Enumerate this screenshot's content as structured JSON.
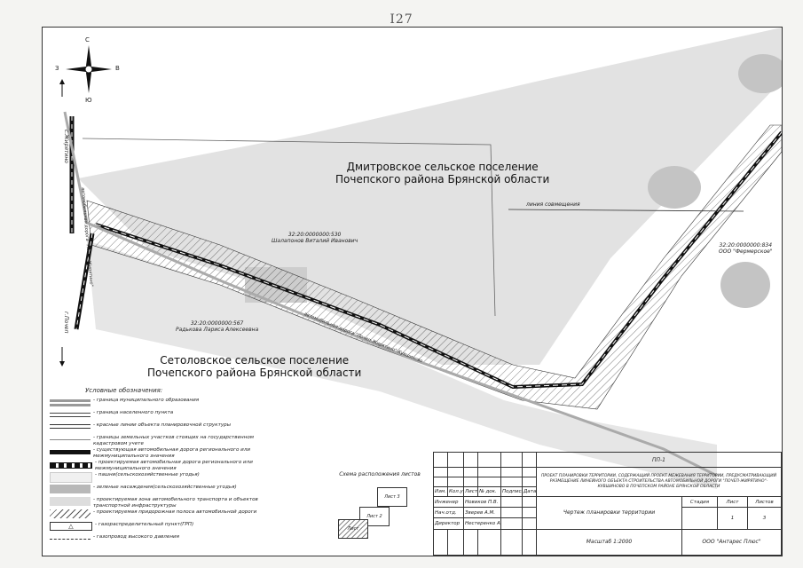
{
  "page_number": "I27",
  "compass": {
    "north": "С",
    "south": "Ю",
    "west": "З",
    "east": "В"
  },
  "directions": {
    "zhiryatino": "с.Жирятино",
    "pochep": "г.Почеп"
  },
  "road_caption_vertical": "автомобильная дорога \"Почеп-Жирятино\"",
  "road_caption_main": "автомобильная дорога \"Почеп-Жирятино\"-Кувшиново",
  "regions": {
    "north_line1": "Дмитровское сельское поселение",
    "north_line2": "Почепского района Брянской области",
    "south_line1": "Сетоловское сельское поселение",
    "south_line2": "Почепского района Брянской области"
  },
  "parcels": [
    {
      "number": "32:20:0000000:530",
      "owner": "Шалапонов Виталий Иванович"
    },
    {
      "number": "32:20:0000000:567",
      "owner": "Радькова Лариса Алексеевна"
    },
    {
      "number": "32:20:0000000:834",
      "owner": "ООО \"Фермерское\""
    }
  ],
  "match_line": "линия совмещения",
  "legend": {
    "title": "Условные обозначения:",
    "items": [
      "- граница муниципального образования",
      "- граница населенного пункта",
      "- красные линии объекта планировочной структуры",
      "- границы земельных участков стоящих на государственном кадастровом учете",
      "- существующая автомобильная дорога регионального или межмуниципального значения",
      "- проектируемая автомобильная дорога регионального или межмуниципального значения",
      "- пашни(сельскохозяйственные угодья)",
      "- зеленые насаждения(сельскохозяйственные угодья)",
      "- проектируемая зона автомобильного транспорта и объектов транспортной инфраструктуры",
      "- проектируемая придорожная полоса автомобильной дороги",
      "- газораспределительный пункт(ГРП)",
      "- газопровод высокого давления"
    ]
  },
  "sheet_scheme": {
    "title": "Схема расположения листов",
    "sheets": [
      "Лист 3",
      "Лист 2",
      "Лист"
    ]
  },
  "stamp": {
    "code": "ПП-1",
    "project": "ПРОЕКТ ПЛАНИРОВКИ ТЕРРИТОРИИ, СОДЕРЖАЩИЙ ПРОЕКТ МЕЖЕВАНИЯ ТЕРРИТОРИИ, ПРЕДУСМАТРИВАЮЩИЙ РАЗМЕЩЕНИЕ ЛИНЕЙНОГО ОБЪЕКТА СТРОИТЕЛЬСТВА АВТОМОБИЛЬНОЙ ДОРОГИ \"ПОЧЕП-ЖИРЯТИНО\"-КУВШИНОВО В ПОЧЕПСКОМ РАЙОНЕ БРЯНСКОЙ ОБЛАСТИ",
    "headers": [
      "Изм.",
      "Кол.уч.",
      "Лист",
      "№ док.",
      "Подпись",
      "Дата"
    ],
    "staff": [
      {
        "role": "Инженер",
        "name": "Новиков П.В."
      },
      {
        "role": "Нач.отд.",
        "name": "Зверев А.М."
      },
      {
        "role": "Директор",
        "name": "Нестеренко А.А."
      }
    ],
    "title": "Чертеж планировки территории",
    "stage_label": "Стадия",
    "sheet_label": "Лист",
    "sheets_label": "Листов",
    "sheet": "1",
    "sheets": "3",
    "scale": "Масштаб 1:2000",
    "company": "ООО \"Антарес Плюс\""
  }
}
